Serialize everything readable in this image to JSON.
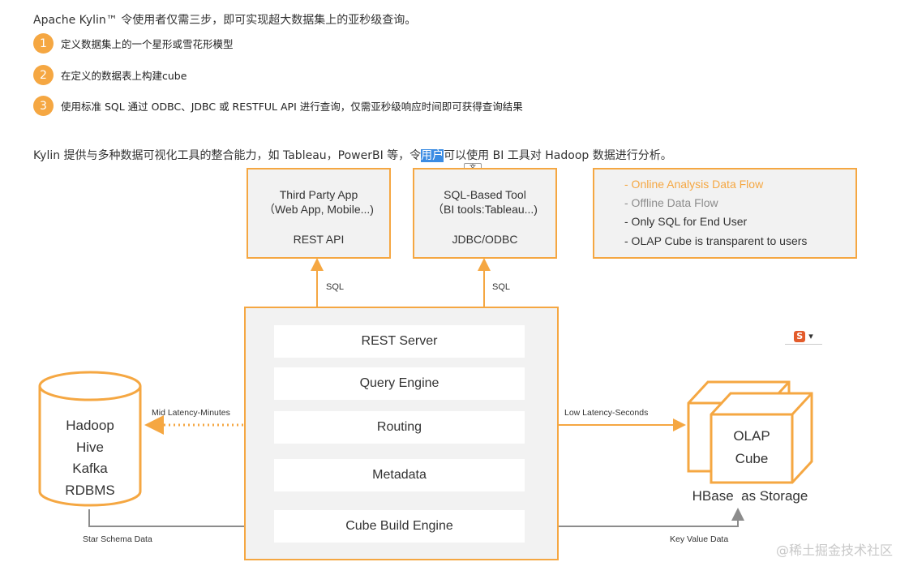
{
  "intro": "Apache Kylin™ 令使用者仅需三步，即可实现超大数据集上的亚秒级查询。",
  "steps": [
    {
      "num": "1",
      "text": "定义数据集上的一个星形或雪花形模型"
    },
    {
      "num": "2",
      "text": "在定义的数据表上构建cube"
    },
    {
      "num": "3",
      "text": "使用标准 SQL 通过 ODBC、JDBC 或 RESTFUL API 进行查询，仅需亚秒级响应时间即可获得查询结果"
    }
  ],
  "para2": {
    "before": "Kylin 提供与多种数据可视化工具的整合能力，如 Tableau，PowerBI 等，令",
    "highlight": "用户",
    "after": "可以使用 BI 工具对 Hadoop 数据进行分析。"
  },
  "translate_icon": "translate-icon",
  "diagram": {
    "third_party": {
      "line1": "Third Party App",
      "line2": "（Web App, Mobile...)",
      "api": "REST API"
    },
    "sql_tool": {
      "line1": "SQL-Based Tool",
      "line2": "（BI tools:Tableau...)",
      "api": "JDBC/ODBC"
    },
    "legend": [
      {
        "text": "- Online Analysis Data Flow",
        "color": "#f5a742"
      },
      {
        "text": "- Offline Data Flow",
        "color": "#8c8c8c"
      },
      {
        "text": "- Only SQL for End User",
        "color": "#333333"
      },
      {
        "text": "- OLAP Cube is transparent to users",
        "color": "#333333"
      }
    ],
    "sql_label_left": "SQL",
    "sql_label_right": "SQL",
    "kylin_components": [
      "REST Server",
      "Query Engine",
      "Routing",
      "Metadata",
      "Cube Build Engine"
    ],
    "sources": [
      "Hadoop",
      "Hive",
      "Kafka",
      "RDBMS"
    ],
    "mid_latency": "Mid Latency-Minutes",
    "low_latency": "Low Latency-Seconds",
    "star_schema": "Star Schema Data",
    "key_value": "Key Value Data",
    "olap": {
      "line1": "OLAP",
      "line2": "Cube"
    },
    "storage": "HBase  as Storage",
    "accent": "#f5a742",
    "gray": "#8c8c8c"
  },
  "sogou_letter": "S",
  "watermark": "@稀土掘金技术社区"
}
